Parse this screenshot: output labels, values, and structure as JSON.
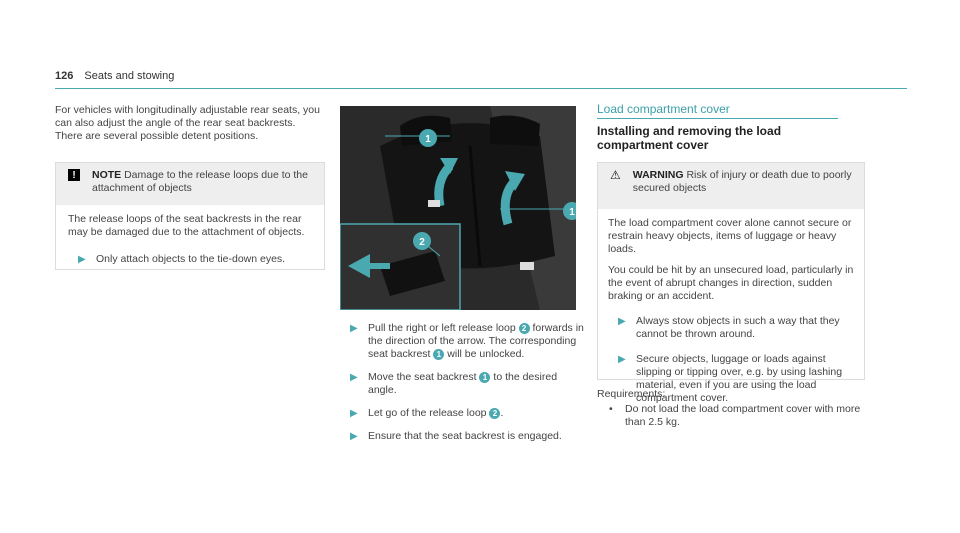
{
  "header": {
    "page_number": "126",
    "section": "Seats and stowing"
  },
  "left": {
    "intro": "For vehicles with longitudinally adjustable rear seats, you can also adjust the angle of the rear seat backrests. There are several possible detent positions.",
    "note": {
      "icon": "!",
      "label": "NOTE",
      "title_text": "Damage to the release loops due to the attachment of objects",
      "body": "The release loops of the seat backrests in the rear may be damaged due to the attachment of objects.",
      "step": "Only attach objects to the tie-down eyes."
    }
  },
  "middle": {
    "figure_callouts": [
      "1",
      "2",
      "1"
    ],
    "steps": [
      {
        "a": "Pull the right or left release loop",
        "n": "2",
        "b": "forwards in the direction of the arrow. The corresponding seat backrest",
        "n2": "1",
        "c": "will be unlocked."
      },
      {
        "a": "Move the seat backrest",
        "n": "1",
        "b": "to the desired angle."
      },
      {
        "a": "Let go of the release loop",
        "n": "2",
        "b": "."
      },
      {
        "a": "Ensure that the seat backrest is engaged."
      }
    ]
  },
  "right": {
    "section_title": "Load compartment cover",
    "subtitle": "Installing and removing the load compartment cover",
    "warning": {
      "label": "WARNING",
      "title_text": "Risk of injury or death due to poorly secured objects",
      "p1": "The load compartment cover alone cannot secure or restrain heavy objects, items of luggage or heavy loads.",
      "p2": "You could be hit by an unsecured load, particularly in the event of abrupt changes in direction, sudden braking or an accident.",
      "steps": [
        "Always stow objects in such a way that they cannot be thrown around.",
        "Secure objects, luggage or loads against slipping or tipping over, e.g. by using lashing material, even if you are using the load compartment cover."
      ]
    },
    "requirements_label": "Requirements:",
    "requirements": [
      "Do not load the load compartment cover with more than 2.5 kg."
    ]
  },
  "colors": {
    "accent": "#4aa9b0",
    "box_header": "#eeeeee"
  }
}
